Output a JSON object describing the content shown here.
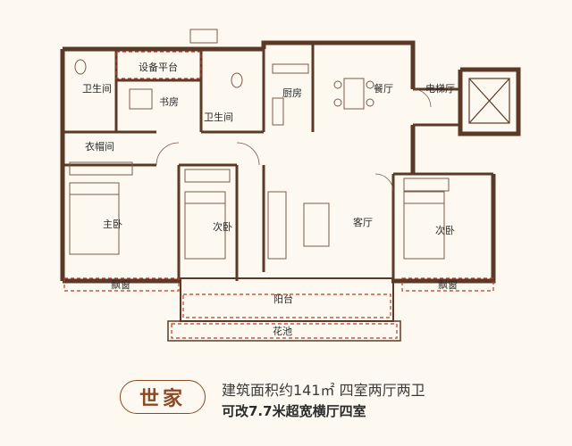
{
  "plan": {
    "rooms": {
      "master_bath": "卫生间",
      "equipment_platform": "设备平台",
      "study": "书房",
      "second_bath": "卫生间",
      "kitchen": "厨房",
      "dining": "餐厅",
      "elevator_hall": "电梯厅",
      "walk_in_closet": "衣帽间",
      "master_bedroom": "主卧",
      "second_bedroom_left": "次卧",
      "living_room": "客厅",
      "second_bedroom_right": "次卧",
      "bay_window_left": "飘窗",
      "balcony": "阳台",
      "bay_window_right": "飘窗",
      "flower_bed": "花池"
    }
  },
  "footer": {
    "badge": "世家",
    "line1": "建筑面积约141㎡   四室两厅两卫",
    "line2": "可改7.7米超宽横厅四室"
  },
  "colors": {
    "wall": "#5a3a26",
    "accent": "#8a4a26",
    "dashed": "#c0392b",
    "background": "#fdf9f1"
  }
}
